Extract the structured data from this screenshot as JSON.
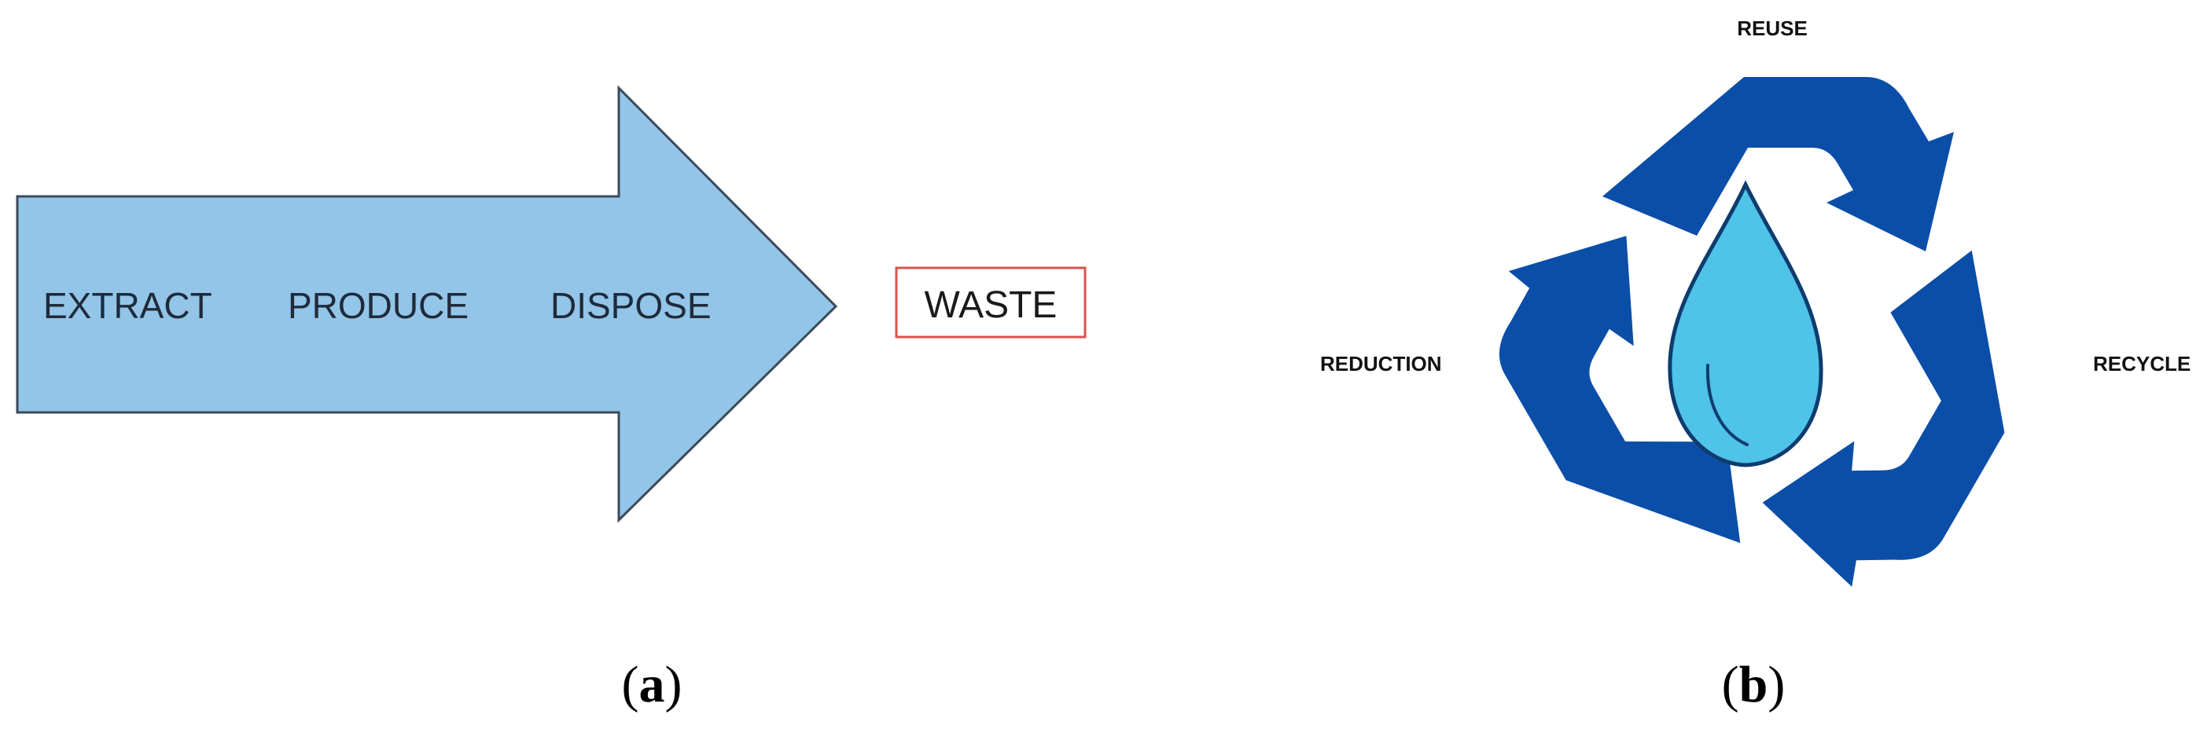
{
  "panel_a": {
    "stages": [
      "EXTRACT",
      "PRODUCE",
      "DISPOSE"
    ],
    "result": "WASTE",
    "caption_letter": "a"
  },
  "panel_b": {
    "labels": {
      "top": "REUSE",
      "left": "REDUCTION",
      "right": "RECYCLE"
    },
    "caption_letter": "b"
  },
  "colors": {
    "arrow_fill": "#92c5e8",
    "arrow_stroke": "#3c4a5a",
    "waste_border": "#d9534f",
    "recycle_blue": "#0a4ea8",
    "drop_blue": "#4fc3e8",
    "drop_outline": "#0e3c6e"
  },
  "icons": {
    "recycle": "recycle-icon",
    "drop": "water-drop-icon"
  }
}
